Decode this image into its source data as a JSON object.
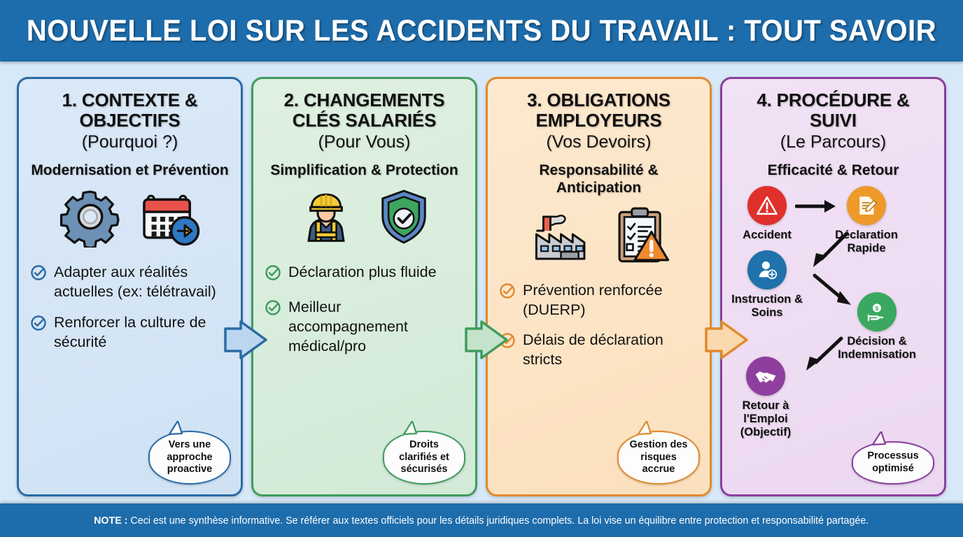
{
  "header": {
    "title": "NOUVELLE LOI SUR LES ACCIDENTS DU TRAVAIL : TOUT SAVOIR",
    "bg_color": "#1d6cab"
  },
  "footer": {
    "label": "NOTE :",
    "text": "Ceci est une synthèse informative. Se référer aux textes officiels pour les détails juridiques complets. La loi vise un équilibre entre protection et responsabilité partagée."
  },
  "columns": [
    {
      "accent": "#2a6ba5",
      "title": "1. CONTEXTE & OBJECTIFS",
      "subtitle": "(Pourquoi ?)",
      "tagline": "Modernisation et Prévention",
      "icons": [
        "gear-icon",
        "calendar-forward-icon"
      ],
      "bullets": [
        "Adapter aux réalités actuelles (ex: télétravail)",
        "Renforcer la culture de sécurité"
      ],
      "bubble": "Vers une approche proactive"
    },
    {
      "accent": "#3f9c5d",
      "title": "2. CHANGEMENTS CLÉS SALARIÉS",
      "subtitle": "(Pour Vous)",
      "tagline": "Simplification & Protection",
      "icons": [
        "worker-helmet-icon",
        "shield-check-icon"
      ],
      "bullets": [
        "Déclaration plus fluide",
        "Meilleur accompagnement médical/pro"
      ],
      "bubble": "Droits clarifiés et sécurisés"
    },
    {
      "accent": "#e08a2e",
      "title": "3. OBLIGATIONS EMPLOYEURS",
      "subtitle": "(Vos Devoirs)",
      "tagline": "Responsabilité & Anticipation",
      "icons": [
        "factory-icon",
        "clipboard-warning-icon"
      ],
      "bullets": [
        "Prévention renforcée (DUERP)",
        "Délais de déclaration stricts"
      ],
      "bubble": "Gestion des risques accrue"
    },
    {
      "accent": "#8a3f9e",
      "title": "4. PROCÉDURE & SUIVI",
      "subtitle": "(Le Parcours)",
      "tagline": "Efficacité & Retour",
      "flow": [
        {
          "label": "Accident",
          "icon": "warning-triangle-icon",
          "color": "#e0302c"
        },
        {
          "label": "Déclaration Rapide",
          "icon": "document-edit-icon",
          "color": "#ee9a2b"
        },
        {
          "label": "Instruction & Soins",
          "icon": "person-care-icon",
          "color": "#1f72ac"
        },
        {
          "label": "Décision & Indemnisation",
          "icon": "money-hand-icon",
          "color": "#3aa860"
        },
        {
          "label": "Retour à l'Emploi (Objectif)",
          "icon": "handshake-icon",
          "color": "#8e3f9e"
        }
      ],
      "bubble": "Processus optimisé"
    }
  ]
}
